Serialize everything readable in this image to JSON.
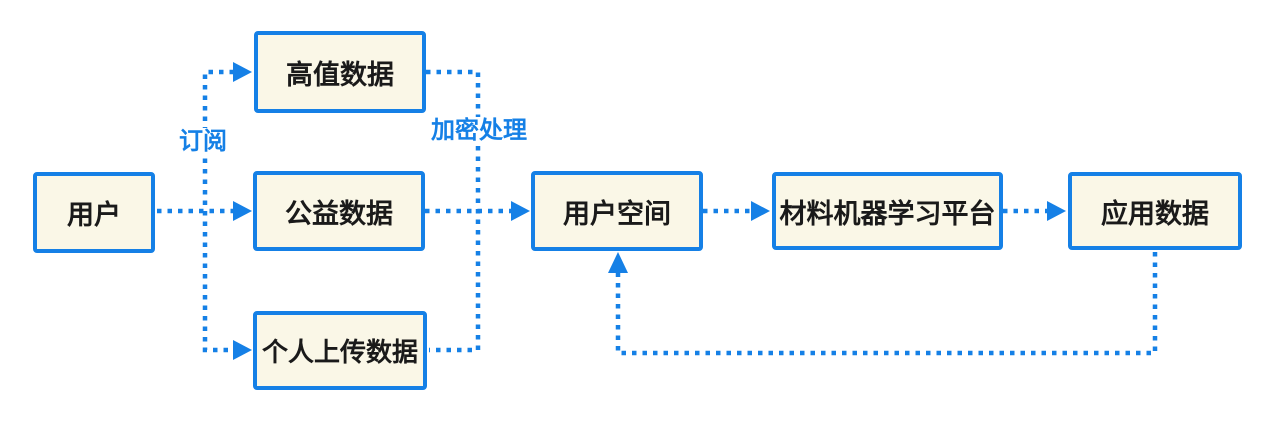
{
  "diagram": {
    "colors": {
      "accent_blue": "#1580e6",
      "node_fill": "#faf7e7",
      "node_text": "#1a1a1a",
      "background": "#ffffff"
    },
    "nodes": [
      {
        "id": "user",
        "label": "用户"
      },
      {
        "id": "high-value-data",
        "label": "高值数据"
      },
      {
        "id": "public-welfare-data",
        "label": "公益数据"
      },
      {
        "id": "personal-upload-data",
        "label": "个人上传数据"
      },
      {
        "id": "user-space",
        "label": "用户空间"
      },
      {
        "id": "ml-platform",
        "label": "材料机器学习平台"
      },
      {
        "id": "application-data",
        "label": "应用数据"
      }
    ],
    "edge_labels": [
      {
        "id": "subscribe",
        "label": "订阅"
      },
      {
        "id": "encryption",
        "label": "加密处理"
      }
    ]
  }
}
